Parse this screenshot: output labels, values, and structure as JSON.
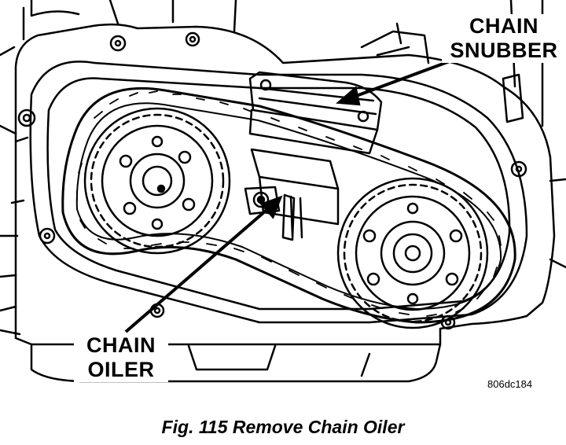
{
  "diagram": {
    "labels": {
      "chain_snubber": [
        "CHAIN",
        "SNUBBER"
      ],
      "chain_oiler": [
        "CHAIN",
        "OILER"
      ]
    },
    "figure_id": "806dc184",
    "caption": "Fig. 115 Remove Chain Oiler"
  },
  "colors": {
    "ink": "#000000",
    "paper": "#ffffff"
  }
}
